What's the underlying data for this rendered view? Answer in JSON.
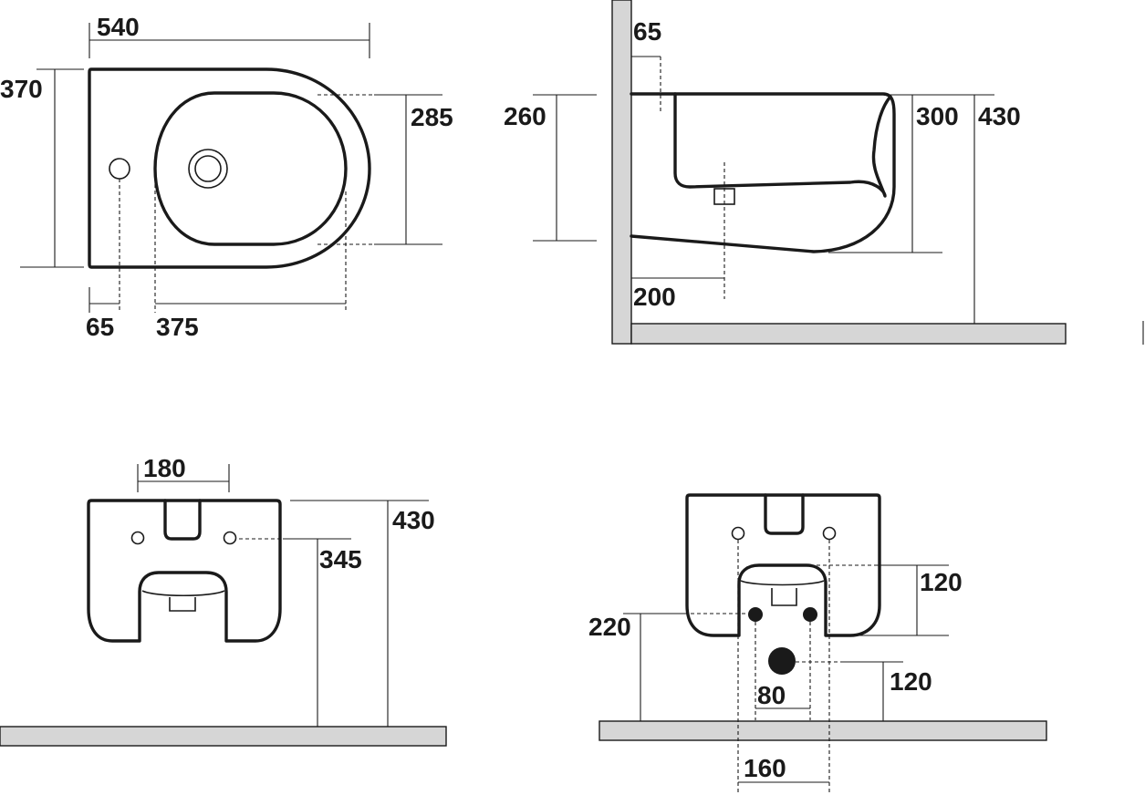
{
  "labels": {
    "top_width": "540",
    "top_depth": "370",
    "top_bowl_width": "285",
    "top_hole_offset": "65",
    "top_bowl_length": "375",
    "side_wall_offset": "65",
    "side_height": "260",
    "side_bowl_depth": "300",
    "side_total_height": "430",
    "side_waste_offset": "200",
    "rear_fixing_spacing": "180",
    "rear_height": "430",
    "rear_fixing_height": "345",
    "supply_height": "120",
    "bolt_height": "220",
    "waste_height": "120",
    "waste_width": "80",
    "bolt_spacing": "160"
  }
}
